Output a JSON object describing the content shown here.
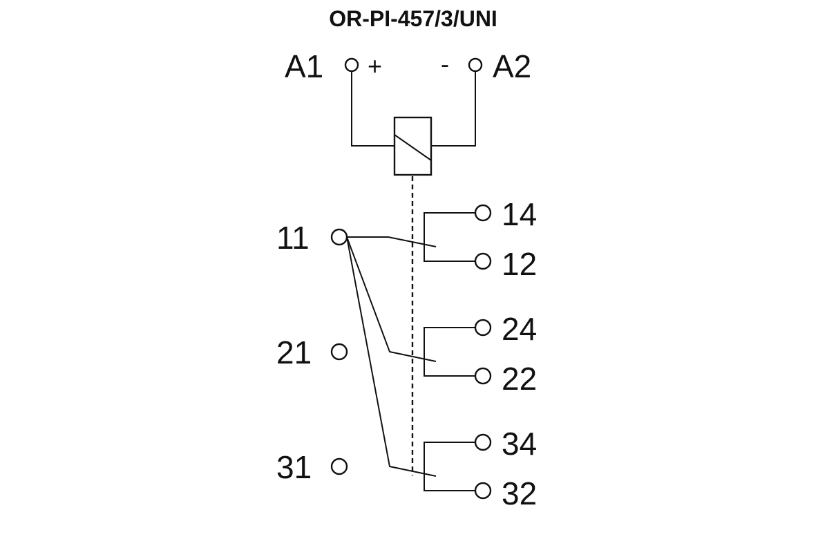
{
  "title": "OR-PI-457/3/UNI",
  "coil": {
    "terminal_left": "A1",
    "terminal_right": "A2",
    "polarity_left": "+",
    "polarity_right": "-"
  },
  "contacts": [
    {
      "common": "11",
      "no": "14",
      "nc": "12"
    },
    {
      "common": "21",
      "no": "24",
      "nc": "22"
    },
    {
      "common": "31",
      "no": "34",
      "nc": "32"
    }
  ]
}
